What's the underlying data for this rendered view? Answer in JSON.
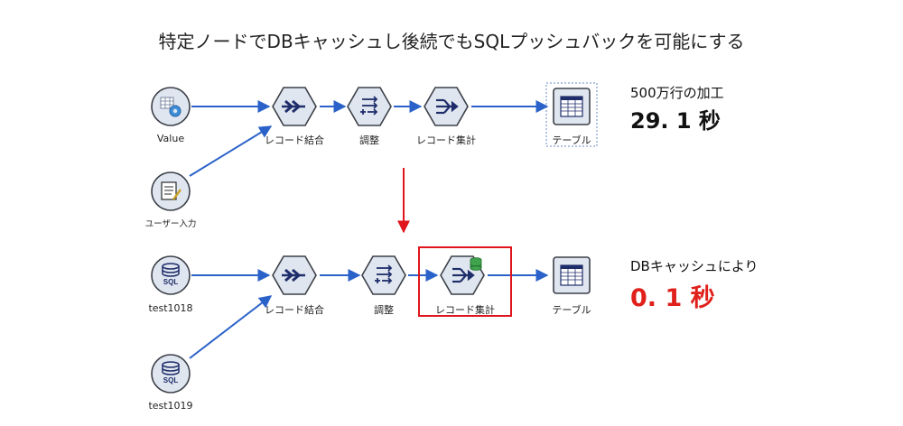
{
  "title": "特定ノードでDBキャッシュし後続でもSQLプッシュバックを可能にする",
  "top_flow": {
    "nodes": {
      "value": "Value",
      "user_input": "ユーザー入力",
      "merge": "レコード結合",
      "adjust": "調整",
      "aggregate": "レコード集計",
      "table": "テーブル"
    },
    "caption": "500万行の加工",
    "time": "29. 1 秒"
  },
  "bottom_flow": {
    "nodes": {
      "sql1": "test1018",
      "sql2": "test1019",
      "merge": "レコード結合",
      "adjust": "調整",
      "aggregate": "レコード集計",
      "table": "テーブル"
    },
    "sql_badge": "SQL",
    "caption": "DBキャッシュにより",
    "time": "0. 1 秒"
  },
  "colors": {
    "arrow": "#2a62c9",
    "highlight": "#e0141b",
    "fast_time": "#e0201a",
    "node_fill": "#dfe6ef",
    "node_stroke": "#3c4048",
    "icon_navy": "#1f2d6b"
  }
}
